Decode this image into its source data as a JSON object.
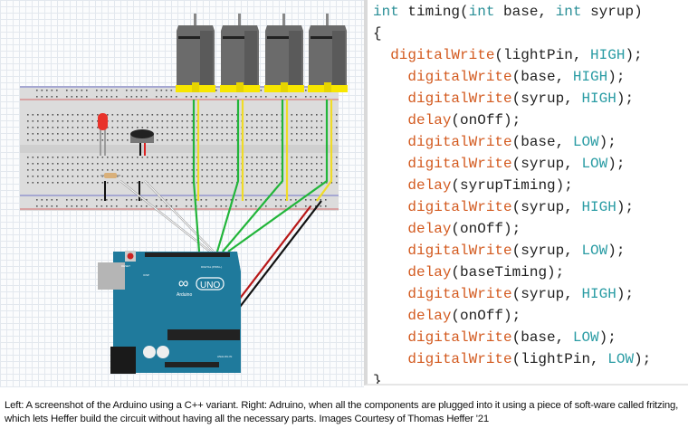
{
  "circuit": {
    "board_label": "UNO",
    "brand_label": "Arduino",
    "reset_label": "RESET",
    "icsp_label": "ICSP",
    "digital_label": "DIGITAL (PWM~)",
    "analog_label": "ANALOG IN",
    "colors": {
      "board": "#1f7a9c",
      "wire_green": "#22b53a",
      "wire_yellow": "#f0dc28",
      "wire_red": "#b81818",
      "wire_black": "#111111",
      "motor": "#6b6b6b",
      "motor_base": "#f7e600",
      "breadboard": "#dedede"
    }
  },
  "code": {
    "lines": [
      [
        {
          "t": "int",
          "c": "kw"
        },
        {
          "t": " timing(",
          "c": "plain"
        },
        {
          "t": "int",
          "c": "kw"
        },
        {
          "t": " base, ",
          "c": "plain"
        },
        {
          "t": "int",
          "c": "kw"
        },
        {
          "t": " syrup)",
          "c": "plain"
        }
      ],
      [
        {
          "t": "{",
          "c": "plain"
        }
      ],
      [
        {
          "t": "  ",
          "c": "plain"
        },
        {
          "t": "digitalWrite",
          "c": "fn"
        },
        {
          "t": "(lightPin, ",
          "c": "plain"
        },
        {
          "t": "HIGH",
          "c": "const"
        },
        {
          "t": ");",
          "c": "plain"
        }
      ],
      [
        {
          "t": "    ",
          "c": "plain"
        },
        {
          "t": "digitalWrite",
          "c": "fn"
        },
        {
          "t": "(base, ",
          "c": "plain"
        },
        {
          "t": "HIGH",
          "c": "const"
        },
        {
          "t": ");",
          "c": "plain"
        }
      ],
      [
        {
          "t": "    ",
          "c": "plain"
        },
        {
          "t": "digitalWrite",
          "c": "fn"
        },
        {
          "t": "(syrup, ",
          "c": "plain"
        },
        {
          "t": "HIGH",
          "c": "const"
        },
        {
          "t": ");",
          "c": "plain"
        }
      ],
      [
        {
          "t": "    ",
          "c": "plain"
        },
        {
          "t": "delay",
          "c": "fn"
        },
        {
          "t": "(onOff);",
          "c": "plain"
        }
      ],
      [
        {
          "t": "    ",
          "c": "plain"
        },
        {
          "t": "digitalWrite",
          "c": "fn"
        },
        {
          "t": "(base, ",
          "c": "plain"
        },
        {
          "t": "LOW",
          "c": "const"
        },
        {
          "t": ");",
          "c": "plain"
        }
      ],
      [
        {
          "t": "    ",
          "c": "plain"
        },
        {
          "t": "digitalWrite",
          "c": "fn"
        },
        {
          "t": "(syrup, ",
          "c": "plain"
        },
        {
          "t": "LOW",
          "c": "const"
        },
        {
          "t": ");",
          "c": "plain"
        }
      ],
      [
        {
          "t": "    ",
          "c": "plain"
        },
        {
          "t": "delay",
          "c": "fn"
        },
        {
          "t": "(syrupTiming);",
          "c": "plain"
        }
      ],
      [
        {
          "t": "    ",
          "c": "plain"
        },
        {
          "t": "digitalWrite",
          "c": "fn"
        },
        {
          "t": "(syrup, ",
          "c": "plain"
        },
        {
          "t": "HIGH",
          "c": "const"
        },
        {
          "t": ");",
          "c": "plain"
        }
      ],
      [
        {
          "t": "    ",
          "c": "plain"
        },
        {
          "t": "delay",
          "c": "fn"
        },
        {
          "t": "(onOff);",
          "c": "plain"
        }
      ],
      [
        {
          "t": "    ",
          "c": "plain"
        },
        {
          "t": "digitalWrite",
          "c": "fn"
        },
        {
          "t": "(syrup, ",
          "c": "plain"
        },
        {
          "t": "LOW",
          "c": "const"
        },
        {
          "t": ");",
          "c": "plain"
        }
      ],
      [
        {
          "t": "    ",
          "c": "plain"
        },
        {
          "t": "delay",
          "c": "fn"
        },
        {
          "t": "(baseTiming);",
          "c": "plain"
        }
      ],
      [
        {
          "t": "    ",
          "c": "plain"
        },
        {
          "t": "digitalWrite",
          "c": "fn"
        },
        {
          "t": "(syrup, ",
          "c": "plain"
        },
        {
          "t": "HIGH",
          "c": "const"
        },
        {
          "t": ");",
          "c": "plain"
        }
      ],
      [
        {
          "t": "    ",
          "c": "plain"
        },
        {
          "t": "delay",
          "c": "fn"
        },
        {
          "t": "(onOff);",
          "c": "plain"
        }
      ],
      [
        {
          "t": "    ",
          "c": "plain"
        },
        {
          "t": "digitalWrite",
          "c": "fn"
        },
        {
          "t": "(base, ",
          "c": "plain"
        },
        {
          "t": "LOW",
          "c": "const"
        },
        {
          "t": ");",
          "c": "plain"
        }
      ],
      [
        {
          "t": "    ",
          "c": "plain"
        },
        {
          "t": "digitalWrite",
          "c": "fn"
        },
        {
          "t": "(lightPin, ",
          "c": "plain"
        },
        {
          "t": "LOW",
          "c": "const"
        },
        {
          "t": ");",
          "c": "plain"
        }
      ],
      [
        {
          "t": "}",
          "c": "plain"
        }
      ]
    ]
  },
  "caption": "Left: A screenshot of the Arduino using a C++ variant. Right: Adruino, when all the components are plugged into it using a piece of soft-ware called fritzing, which lets Heffer build the circuit without having all the necessary parts. Images Courtesy of Thomas Heffer '21"
}
